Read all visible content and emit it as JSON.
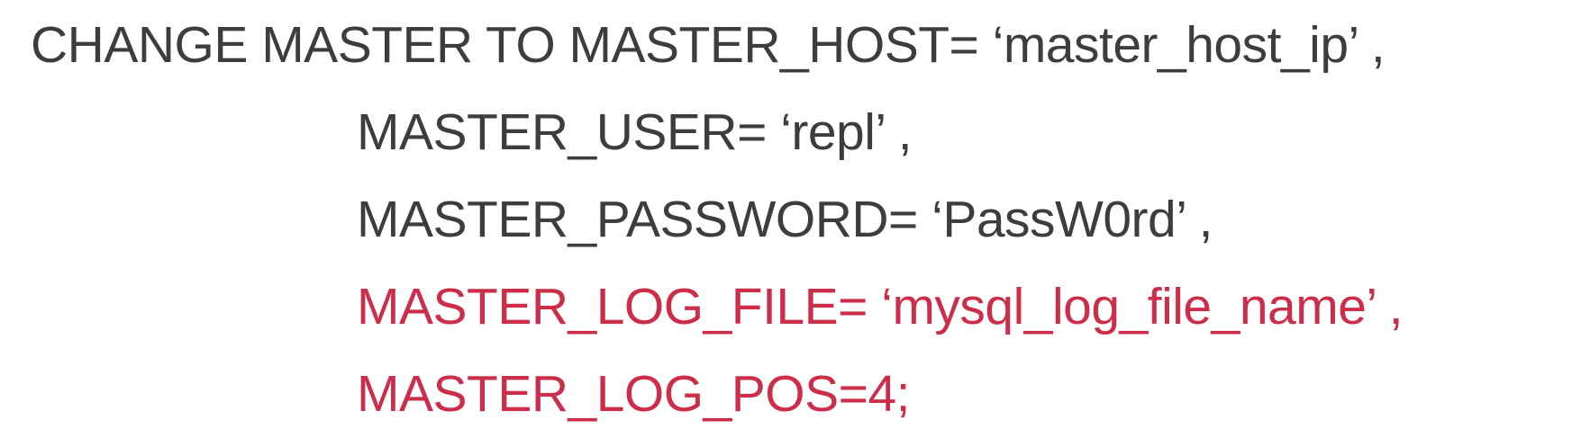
{
  "colors": {
    "default_text": "#3d3d3d",
    "highlight_text": "#cc2e4a"
  },
  "code": {
    "lines": [
      {
        "text": "CHANGE MASTER TO MASTER_HOST= ‘master_host_ip’ ,",
        "highlight": false
      },
      {
        "text": "MASTER_USER= ‘repl’ ,",
        "highlight": false
      },
      {
        "text": "MASTER_PASSWORD= ‘PassW0rd’ ,",
        "highlight": false
      },
      {
        "text": "MASTER_LOG_FILE= ‘mysql_log_file_name’ ,",
        "highlight": true
      },
      {
        "text": "MASTER_LOG_POS=4;",
        "highlight": true
      }
    ]
  }
}
